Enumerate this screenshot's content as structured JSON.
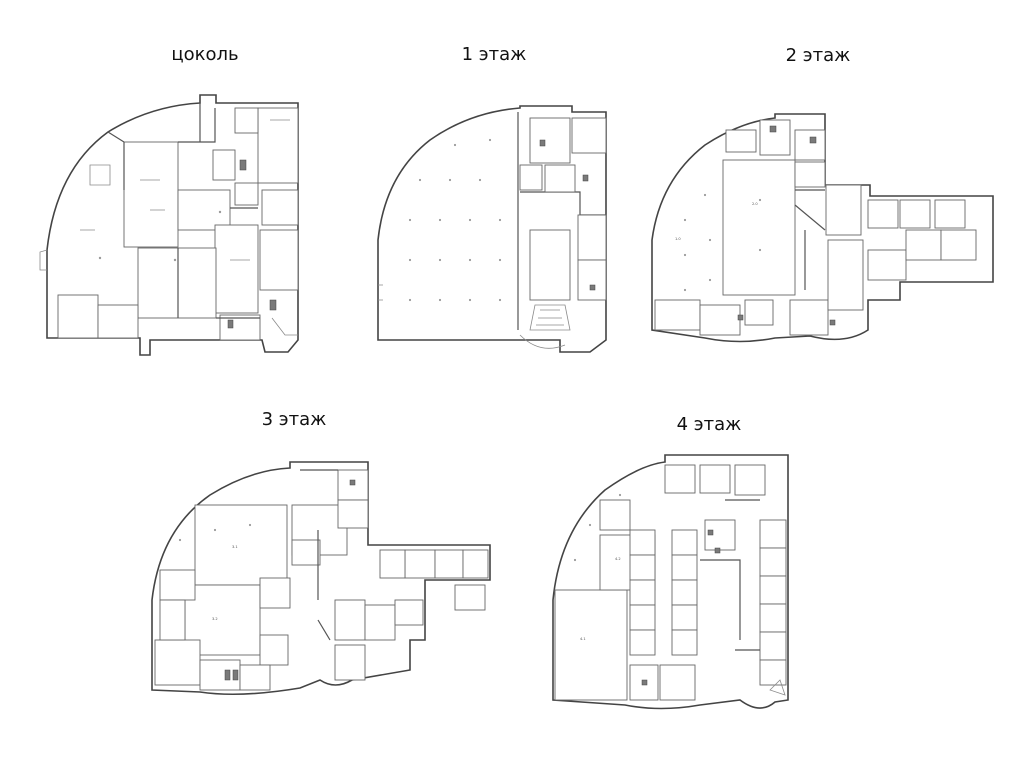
{
  "floors": [
    {
      "id": "basement",
      "label": "цоколь"
    },
    {
      "id": "floor1",
      "label": "1 этаж"
    },
    {
      "id": "floor2",
      "label": "2 этаж"
    },
    {
      "id": "floor3",
      "label": "3 этаж"
    },
    {
      "id": "floor4",
      "label": "4 этаж"
    }
  ],
  "colors": {
    "background": "#ffffff",
    "line": "#555555",
    "label": "#111111"
  }
}
